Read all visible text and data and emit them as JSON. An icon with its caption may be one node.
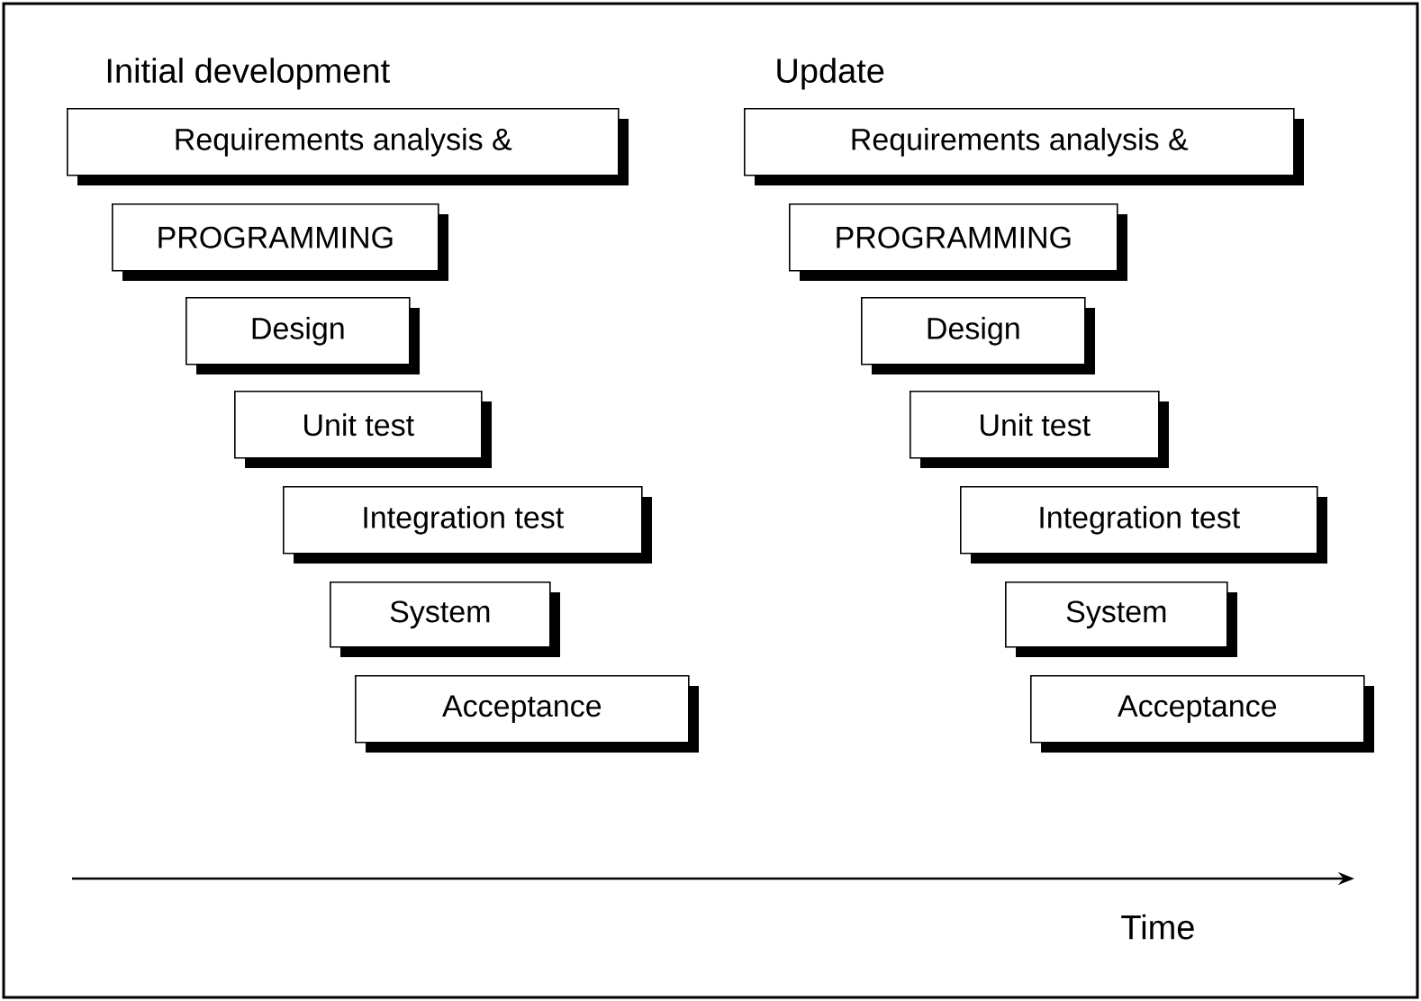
{
  "diagram": {
    "nodes": [
      {
        "text": [
          "Requirements analysis &"
        ]
      },
      {
        "text": [
          "PROGRAMMING"
        ]
      },
      {
        "text": [
          "Design"
        ]
      },
      {
        "text": [
          "Unit test"
        ]
      },
      {
        "text": [
          "Integration test"
        ]
      },
      {
        "text": [
          "System"
        ]
      },
      {
        "text": [
          "Acceptance"
        ]
      },
      {
        "text": [
          "Requirements analysis &"
        ]
      },
      {
        "text": [
          "PROGRAMMING"
        ]
      },
      {
        "text": [
          "Design"
        ]
      },
      {
        "text": [
          "Unit test"
        ]
      },
      {
        "text": [
          "Integration test"
        ]
      },
      {
        "text": [
          "System"
        ]
      },
      {
        "text": [
          "Acceptance"
        ]
      }
    ],
    "labels": [
      "Initial development",
      "Update",
      "Time"
    ]
  }
}
